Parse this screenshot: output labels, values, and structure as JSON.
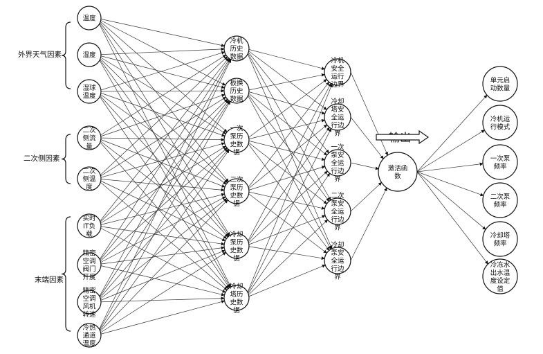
{
  "groups": [
    {
      "label": "外界天气因素",
      "inputs": [
        0,
        1,
        2
      ]
    },
    {
      "label": "二次侧因素",
      "inputs": [
        3,
        4
      ]
    },
    {
      "label": "末端因素",
      "inputs": [
        5,
        6,
        7,
        8
      ]
    }
  ],
  "inputs": [
    {
      "lines": [
        "温度"
      ]
    },
    {
      "lines": [
        "湿度"
      ]
    },
    {
      "lines": [
        "湿球",
        "温度"
      ]
    },
    {
      "lines": [
        "二次",
        "侧流",
        "量"
      ]
    },
    {
      "lines": [
        "二次",
        "侧温",
        "度"
      ]
    },
    {
      "lines": [
        "实时",
        "IT负",
        "载"
      ]
    },
    {
      "lines": [
        "精密",
        "空调",
        "阀门",
        "开度"
      ]
    },
    {
      "lines": [
        "精密",
        "空调",
        "风机",
        "转速"
      ]
    },
    {
      "lines": [
        "冷热",
        "通道",
        "温度"
      ]
    }
  ],
  "layer2": [
    {
      "lines": [
        "冷机",
        "历史",
        "数据"
      ]
    },
    {
      "lines": [
        "板换",
        "历史",
        "数据"
      ]
    },
    {
      "lines": [
        "一次",
        "泵历",
        "史数",
        "据"
      ]
    },
    {
      "lines": [
        "二次",
        "泵历",
        "史数",
        "据"
      ]
    },
    {
      "lines": [
        "冷却",
        "泵历",
        "史数",
        "据"
      ]
    },
    {
      "lines": [
        "冷却",
        "塔历",
        "史数",
        "据"
      ]
    }
  ],
  "layer3": [
    {
      "lines": [
        "冷机",
        "安全",
        "运行",
        "边界"
      ]
    },
    {
      "lines": [
        "冷却",
        "塔安",
        "全运",
        "行边",
        "界"
      ]
    },
    {
      "lines": [
        "一次",
        "泵安",
        "全运",
        "行边",
        "界"
      ]
    },
    {
      "lines": [
        "二次",
        "泵安",
        "全运",
        "行边",
        "界"
      ]
    },
    {
      "lines": [
        "冷却",
        "泵安",
        "全运",
        "行边",
        "界"
      ]
    }
  ],
  "activation": {
    "lines": [
      "激活函",
      "数"
    ]
  },
  "output_label": "输出",
  "outputs": [
    {
      "lines": [
        "单元启",
        "动数量"
      ]
    },
    {
      "lines": [
        "冷机运",
        "行模式"
      ]
    },
    {
      "lines": [
        "一次泵",
        "频率"
      ]
    },
    {
      "lines": [
        "二次泵",
        "频率"
      ]
    },
    {
      "lines": [
        "冷却塔",
        "频率"
      ]
    },
    {
      "lines": [
        "冷冻水",
        "出水温",
        "度设定",
        "值"
      ]
    }
  ]
}
